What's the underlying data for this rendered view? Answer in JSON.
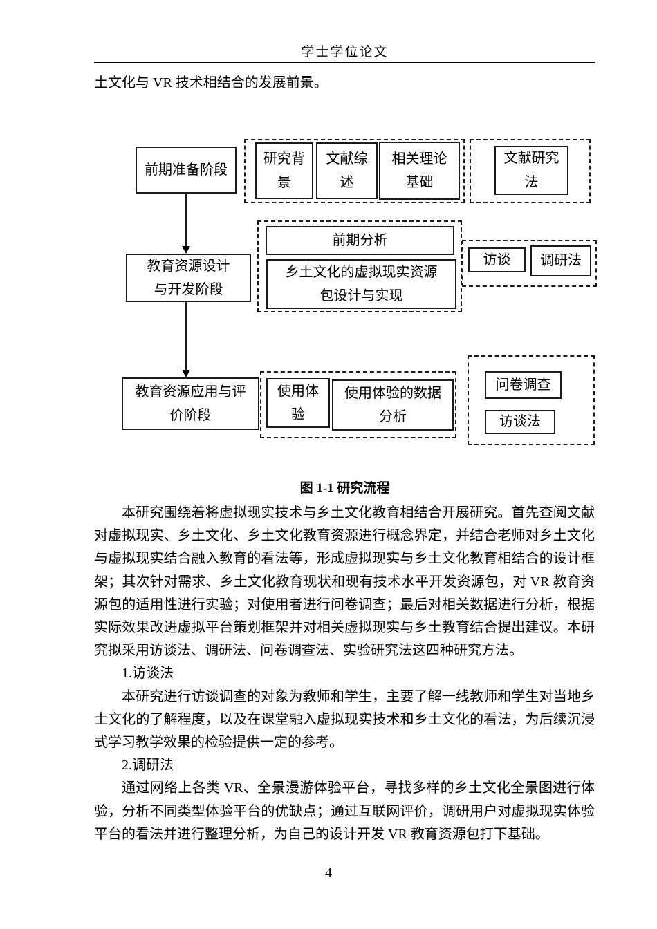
{
  "page": {
    "header_title": "学士学位论文",
    "intro_line": "土文化与 VR 技术相结合的发展前景。",
    "page_number": "4"
  },
  "figure": {
    "caption": "图 1-1 研究流程",
    "stage1": "前期准备阶段",
    "stage2": "教育资源设计\n与开发阶段",
    "stage3": "教育资源应用与评\n价阶段",
    "row1_box1": "研究背\n景",
    "row1_box2": "文献综\n述",
    "row1_box3": "相关理论\n基础",
    "row1_method": "文献研究\n法",
    "row2_box1": "前期分析",
    "row2_box2": "乡土文化的虚拟现实资源\n包设计与实现",
    "row2_method1": "访谈",
    "row2_method2": "调研法",
    "row3_box1": "使用体\n验",
    "row3_box2": "使用体验的数据\n分析",
    "row3_method1": "问卷调查",
    "row3_method2": "访谈法"
  },
  "body": {
    "paragraphs": [
      "本研究围绕着将虚拟现实技术与乡土文化教育相结合开展研究。首先查阅文献对虚拟现实、乡土文化、乡土文化教育资源进行概念界定，并结合老师对乡土文化与虚拟现实结合融入教育的看法等，形成虚拟现实与乡土文化教育相结合的设计框架；其次针对需求、乡土文化教育现状和现有技术水平开发资源包，对 VR 教育资源包的适用性进行实验；对使用者进行问卷调查；最后对相关数据进行分析，根据实际效果改进虚拟平台策划框架并对相关虚拟现实与乡土教育结合提出建议。本研究拟采用访谈法、调研法、问卷调查法、实验研究法这四种研究方法。",
      "1.访谈法",
      "本研究进行访谈调查的对象为教师和学生，主要了解一线教师和学生对当地乡土文化的了解程度，以及在课堂融入虚拟现实技术和乡土文化的看法，为后续沉浸式学习教学效果的检验提供一定的参考。",
      "2.调研法",
      "通过网络上各类 VR、全景漫游体验平台，寻找多样的乡土文化全景图进行体验，分析不同类型体验平台的优缺点；通过互联网评价，调研用户对虚拟现实体验平台的看法并进行整理分析，为自己的设计开发 VR 教育资源包打下基础。"
    ]
  }
}
